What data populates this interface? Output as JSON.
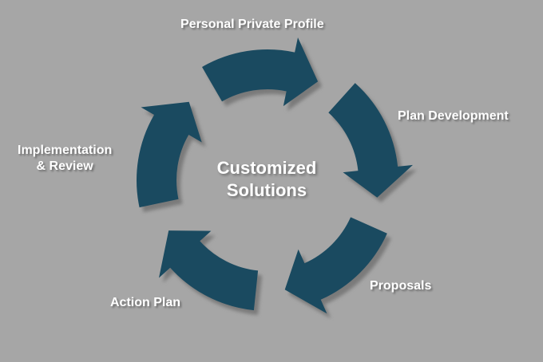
{
  "diagram": {
    "center_lines": [
      "Customized",
      "Solutions"
    ],
    "steps": [
      {
        "label": "Personal Private Profile"
      },
      {
        "label": "Plan Development"
      },
      {
        "label": "Proposals"
      },
      {
        "label": "Action Plan"
      },
      {
        "label_lines": [
          "Implementation",
          "& Review"
        ]
      }
    ],
    "colors": {
      "background": "#a6a6a6",
      "arrow": "#1a4a60",
      "arrow_shadow": "#777777",
      "text": "#ffffff"
    }
  }
}
